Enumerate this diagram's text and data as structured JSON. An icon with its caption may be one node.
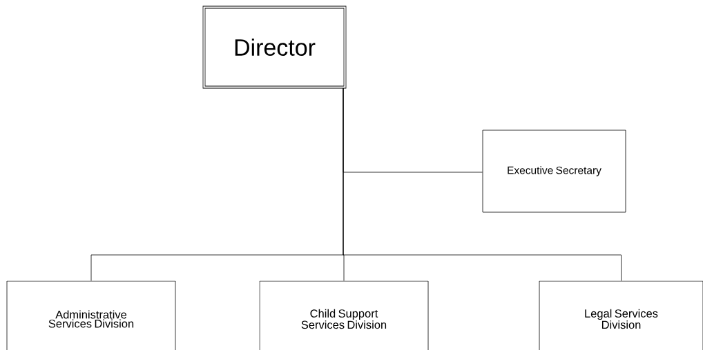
{
  "diagram": {
    "nodes": [
      {
        "text": [
          "Director"
        ]
      },
      {
        "text": [
          "Executive Secretary"
        ]
      },
      {
        "text": [
          "Administrative Services Division"
        ]
      },
      {
        "text": [
          "Child Support Services Division"
        ]
      },
      {
        "text": [
          "Legal Services Division"
        ]
      }
    ],
    "edges": [
      {
        "from": 0,
        "to": 1,
        "arrow": "none"
      },
      {
        "from": 0,
        "to": 2,
        "arrow": "none"
      },
      {
        "from": 0,
        "to": 3,
        "arrow": "none"
      },
      {
        "from": 0,
        "to": 4,
        "arrow": "none"
      }
    ]
  }
}
